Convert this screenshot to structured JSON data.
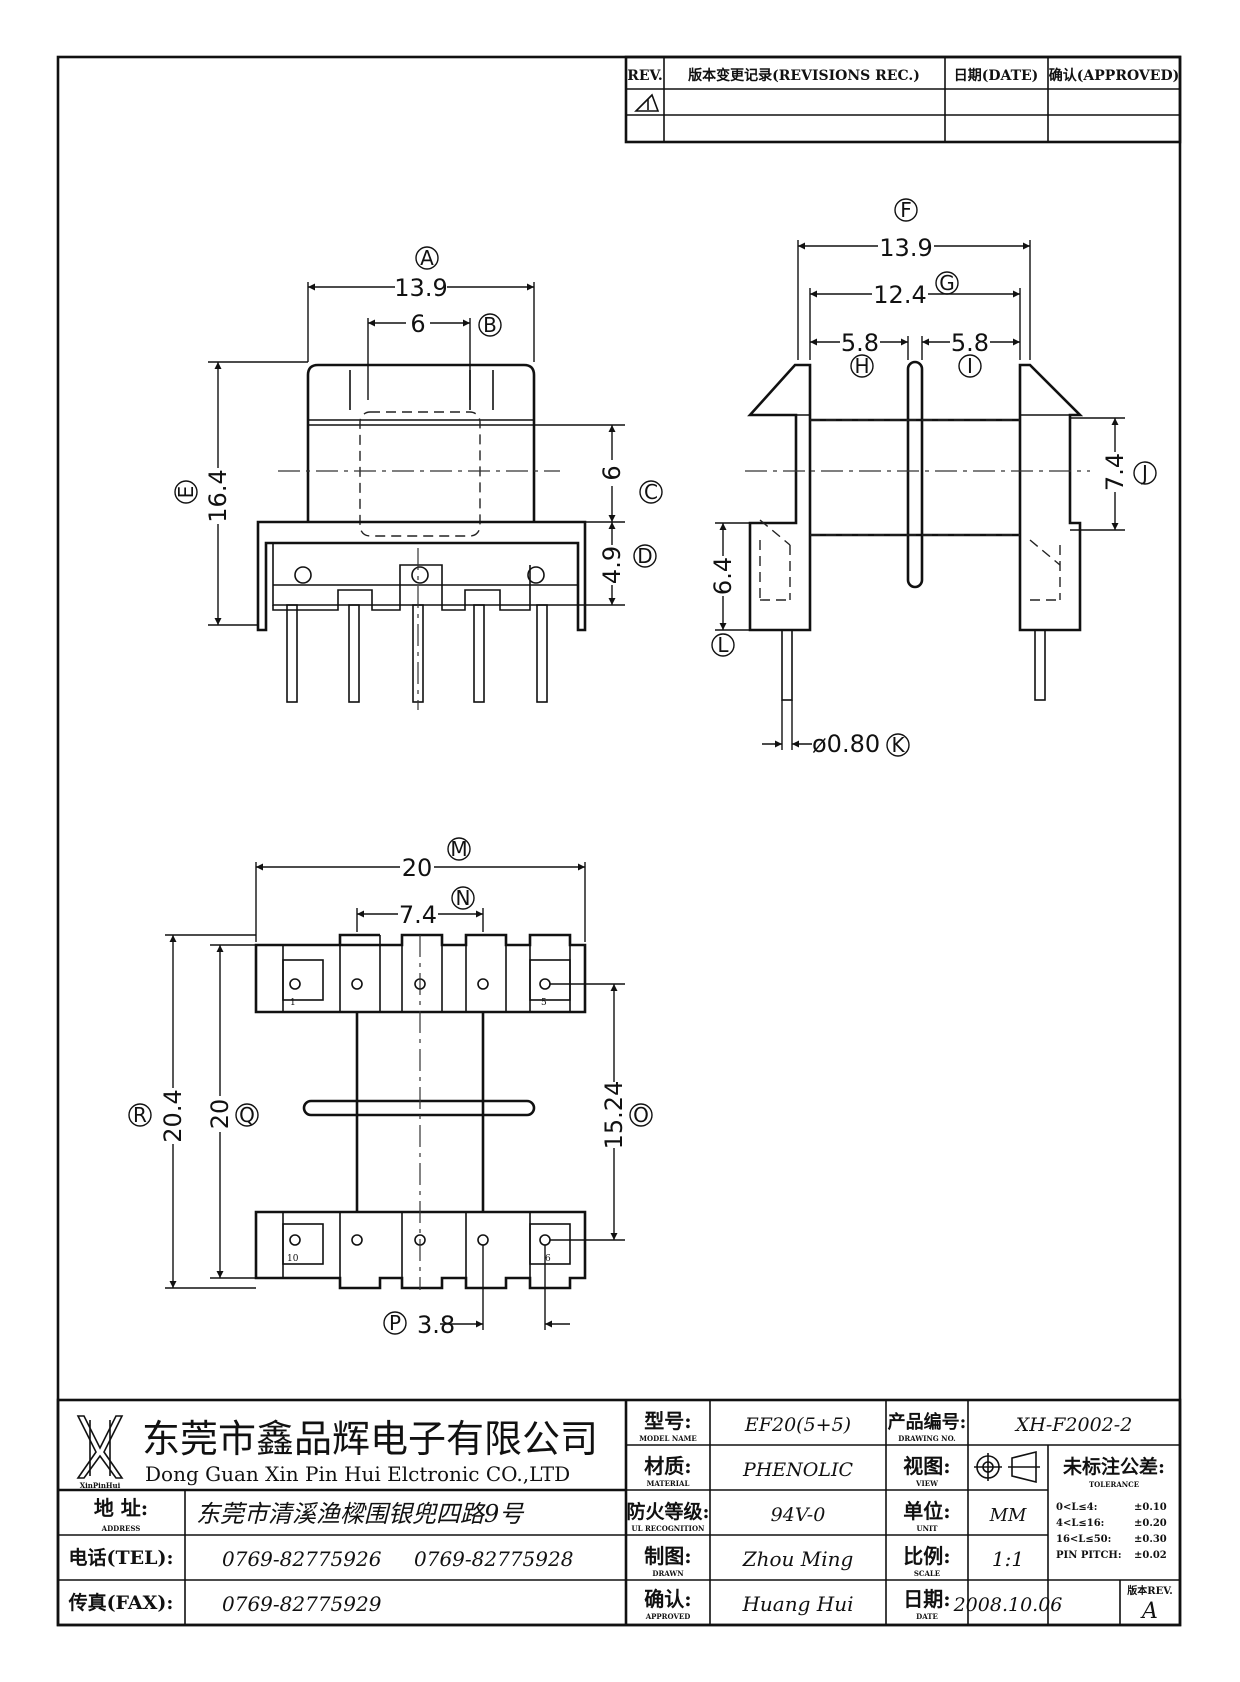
{
  "revision_table": {
    "rev_header": "REV.",
    "record_header": "版本变更记录(REVISIONS REC.)",
    "date_header": "日期(DATE)",
    "approved_header": "确认(APPROVED)"
  },
  "front_view": {
    "dims": [
      {
        "label": "A",
        "value": "13.9"
      },
      {
        "label": "B",
        "value": "6"
      },
      {
        "label": "C",
        "value": "6"
      },
      {
        "label": "D",
        "value": "4.9"
      },
      {
        "label": "E",
        "value": "16.4"
      }
    ]
  },
  "side_view": {
    "dims": [
      {
        "label": "F",
        "value": "13.9"
      },
      {
        "label": "G",
        "value": "12.4"
      },
      {
        "label": "H",
        "value": "5.8"
      },
      {
        "label": "I",
        "value": "5.8"
      },
      {
        "label": "J",
        "value": "7.4"
      },
      {
        "label": "L",
        "value": "6.4"
      },
      {
        "label": "K",
        "value": "ø0.80"
      }
    ]
  },
  "bottom_view": {
    "dims": [
      {
        "label": "M",
        "value": "20"
      },
      {
        "label": "N",
        "value": "7.4"
      },
      {
        "label": "R",
        "value": "20.4"
      },
      {
        "label": "Q",
        "value": "20"
      },
      {
        "label": "O",
        "value": "15.24"
      },
      {
        "label": "P",
        "value": "3.8"
      }
    ],
    "pin_labels": {
      "first": "1",
      "fifth": "5",
      "sixth": "6",
      "tenth": "10"
    }
  },
  "title_block": {
    "company_cn": "东莞市鑫品辉电子有限公司",
    "company_en": "Dong Guan Xin Pin Hui Elctronic CO.,LTD",
    "logo_text": "XinPinHui",
    "address_label": "地  址:",
    "address_label_en": "ADDRESS",
    "address": "东莞市清溪渔樑围银兜四路9号",
    "tel_label": "电话(TEL):",
    "tel1": "0769-82775926",
    "tel2": "0769-82775928",
    "fax_label": "传真(FAX):",
    "fax": "0769-82775929",
    "model_label": "型号:",
    "model_label_en": "MODEL NAME",
    "model": "EF20(5+5)",
    "material_label": "材质:",
    "material_label_en": "MATERIAL",
    "material": "PHENOLIC",
    "fire_label": "防火等级:",
    "fire_label_en": "UL RECOGNITION",
    "fire": "94V-0",
    "drawn_label": "制图:",
    "drawn_label_en": "DRAWN",
    "drawn": "Zhou Ming",
    "approved_label": "确认:",
    "approved_label_en": "APPROVED",
    "approved": "Huang Hui",
    "drawing_no_label": "产品编号:",
    "drawing_no_label_en": "DRAWING NO.",
    "drawing_no": "XH-F2002-2",
    "view_label": "视图:",
    "view_label_en": "VIEW",
    "unit_label": "单位:",
    "unit_label_en": "UNIT",
    "unit": "MM",
    "scale_label": "比例:",
    "scale_label_en": "SCALE",
    "scale": "1:1",
    "date_label": "日期:",
    "date_label_en": "DATE",
    "date": "2008.10.06",
    "tolerance_title": "未标注公差:",
    "tolerance_en": "TOLERANCE",
    "tolerances": [
      {
        "range": "0<L≤4:",
        "value": "±0.10"
      },
      {
        "range": "4<L≤16:",
        "value": "±0.20"
      },
      {
        "range": "16<L≤50:",
        "value": "±0.30"
      },
      {
        "range": "PIN PITCH:",
        "value": "±0.02"
      }
    ],
    "rev_label": "版本REV.",
    "rev": "A"
  }
}
